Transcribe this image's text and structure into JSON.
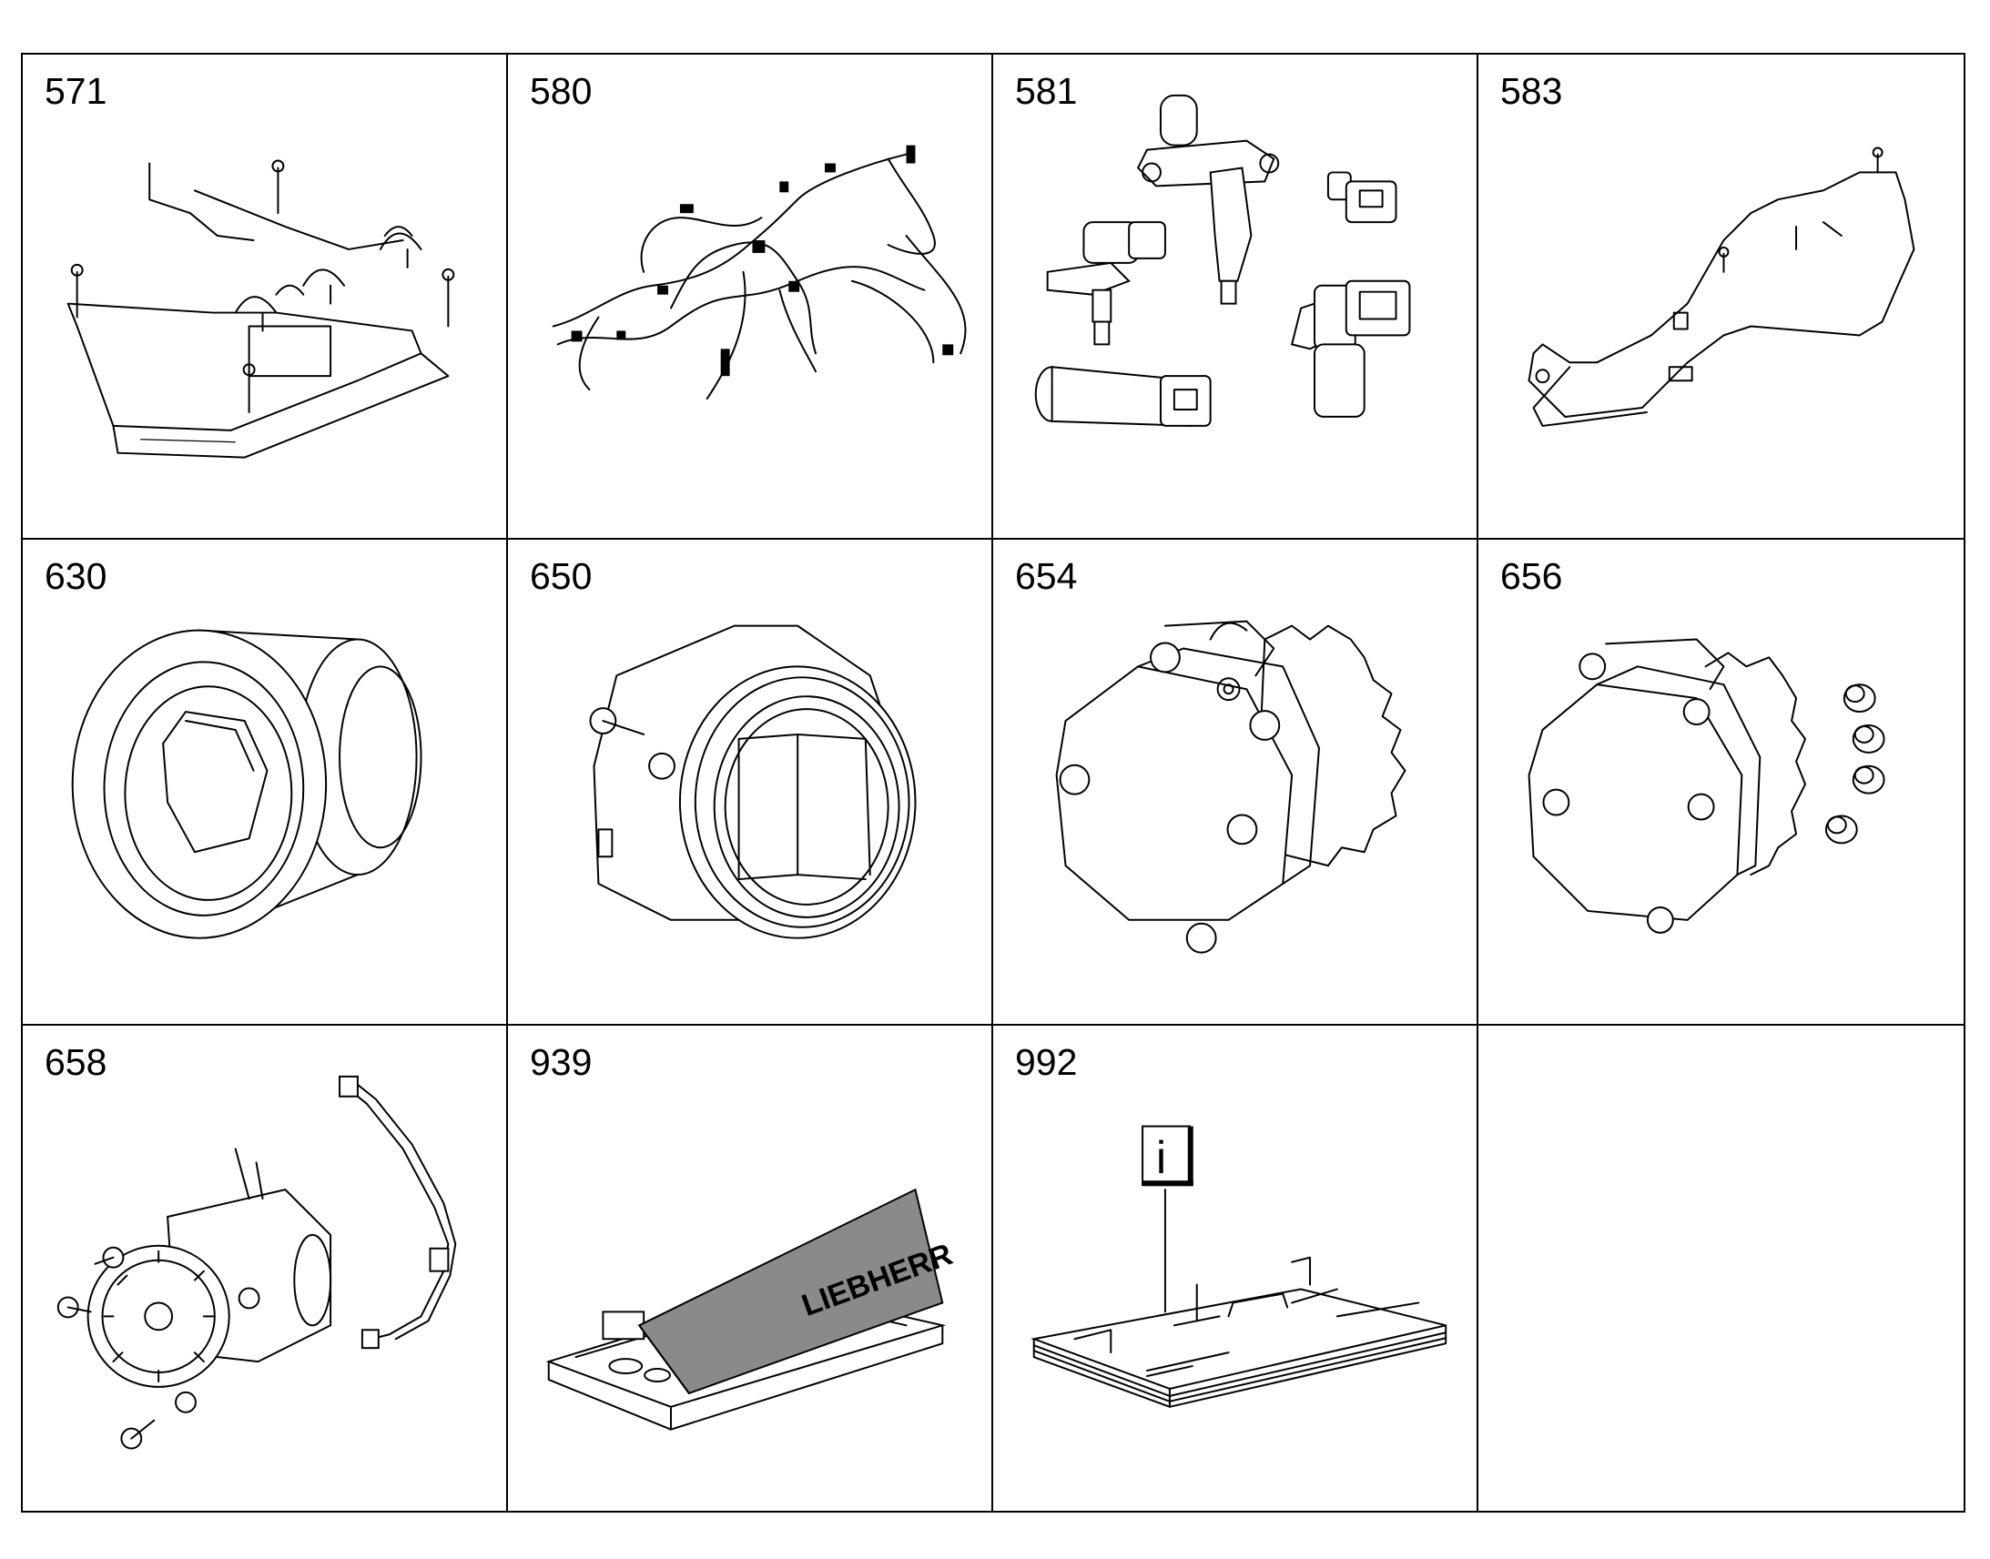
{
  "cells": [
    {
      "number": "571"
    },
    {
      "number": "580"
    },
    {
      "number": "581"
    },
    {
      "number": "583"
    },
    {
      "number": "630"
    },
    {
      "number": "650"
    },
    {
      "number": "654"
    },
    {
      "number": "656"
    },
    {
      "number": "658"
    },
    {
      "number": "939"
    },
    {
      "number": "992",
      "info_symbol": "i"
    },
    {
      "number": ""
    }
  ],
  "icons": [
    "bracket-icon",
    "wiring-harness-icon",
    "sensors-icon",
    "guide-bracket-icon",
    "screw-plug-icon",
    "flange-sleeve-icon",
    "pump-icon",
    "pump-with-plugs-icon",
    "vacuum-pump-icon",
    "seal-kit-icon",
    "documentation-icon"
  ]
}
